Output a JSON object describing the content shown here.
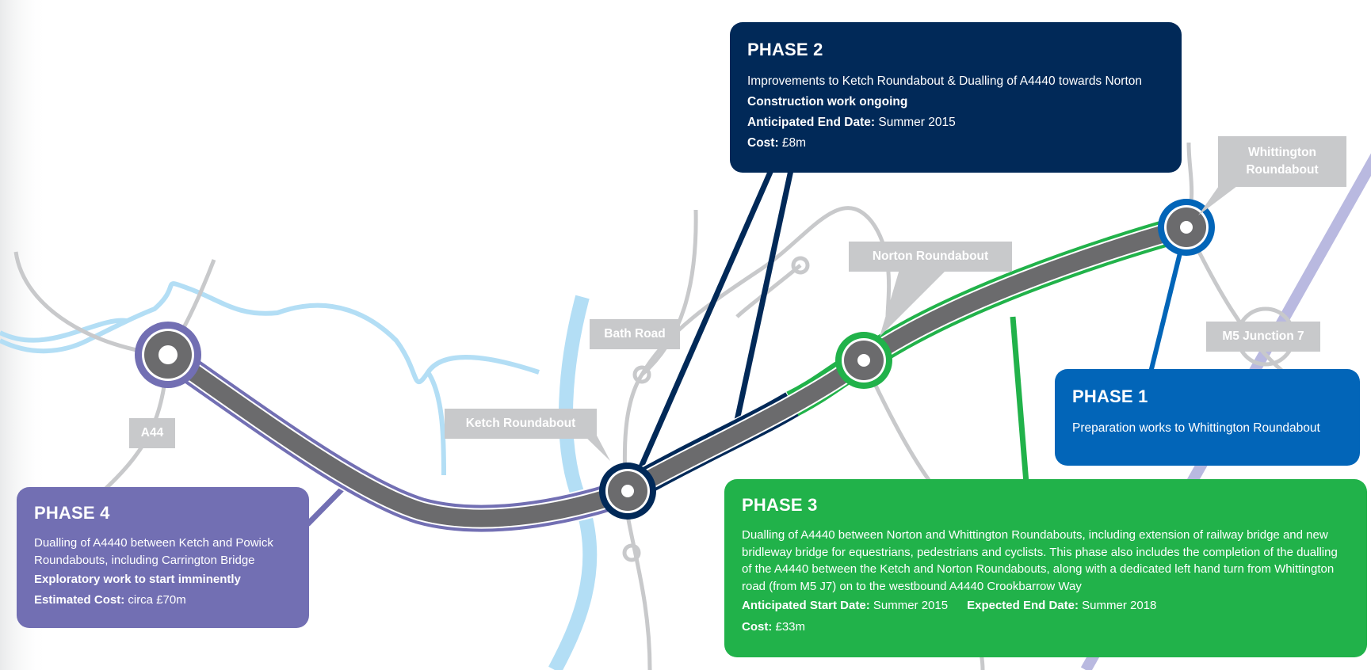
{
  "colors": {
    "phase1": "#0265b8",
    "phase2": "#012958",
    "phase3": "#21b24a",
    "phase4": "#726fb3",
    "road": "#6b6b6d",
    "minor_road": "#c8c9cb",
    "river": "#b3def5",
    "railway": "#b9b9e0",
    "label_bg": "#c8c9cb"
  },
  "labels": {
    "a44": "A44",
    "bath_road": "Bath Road",
    "ketch": "Ketch Roundabout",
    "norton": "Norton Roundabout",
    "whittington": "Whittington Roundabout",
    "m5": "M5 Junction 7"
  },
  "phase2": {
    "title": "PHASE 2",
    "description": "Improvements to Ketch Roundabout & Dualling of A4440 towards Norton",
    "status": "Construction work ongoing",
    "end_label": "Anticipated End Date:",
    "end_value": "Summer 2015",
    "cost_label": "Cost:",
    "cost_value": "£8m"
  },
  "phase1": {
    "title": "PHASE 1",
    "description": "Preparation works to Whittington Roundabout"
  },
  "phase3": {
    "title": "PHASE 3",
    "description": "Dualling of A4440 between Norton and Whittington Roundabouts, including extension of railway bridge and new bridleway bridge for equestrians, pedestrians and cyclists. This phase also includes the completion of the dualling of the A4440 between the Ketch and Norton Roundabouts, along with a dedicated left hand turn from Whittington road (from M5 J7) on to the westbound A4440 Crookbarrow Way",
    "start_label": "Anticipated Start Date:",
    "start_value": "Summer 2015",
    "end_label": "Expected End Date:",
    "end_value": "Summer 2018",
    "cost_label": "Cost:",
    "cost_value": "£33m"
  },
  "phase4": {
    "title": "PHASE 4",
    "description": "Dualling of A4440 between Ketch and Powick Roundabouts, including Carrington Bridge",
    "status": "Exploratory work to start imminently",
    "cost_label": "Estimated Cost:",
    "cost_value": "circa £70m"
  }
}
